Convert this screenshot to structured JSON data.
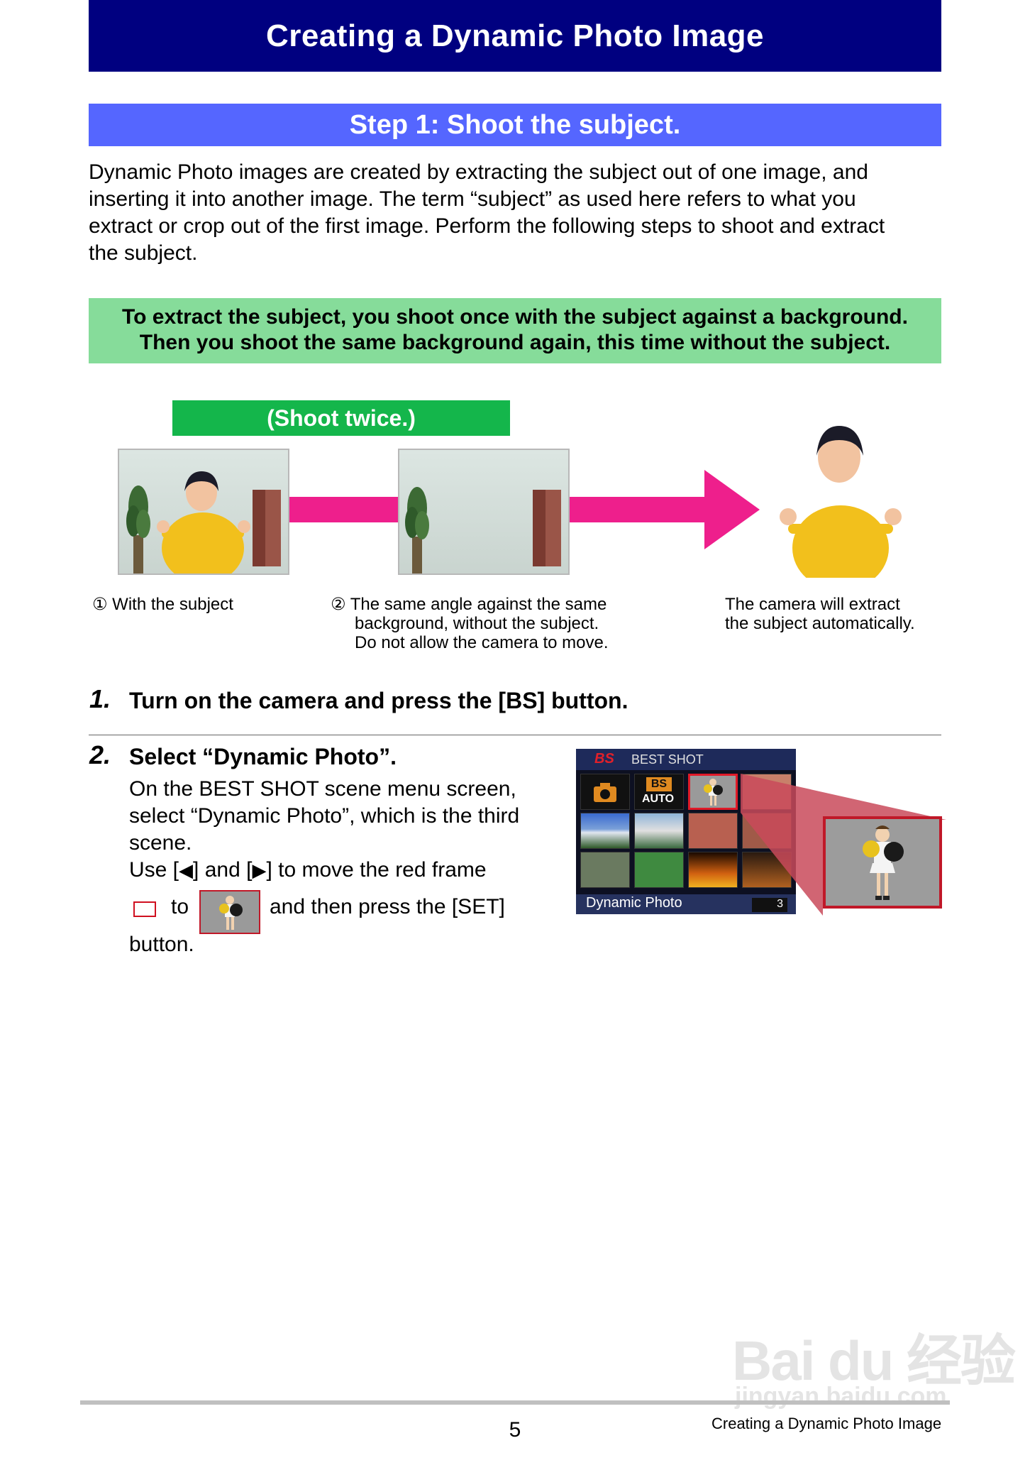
{
  "header": {
    "title": "Creating a Dynamic Photo Image"
  },
  "step1": {
    "title": "Step 1: Shoot the subject.",
    "intro_lines": [
      "Dynamic Photo images are created by extracting the subject out of one image, and",
      "inserting it into another image. The term “subject” as used here refers to what you",
      "extract or crop out of the first image. Perform the following steps to shoot and extract",
      "the subject."
    ],
    "highlight_lines": [
      "To extract the subject, you shoot once with the subject against a background.",
      "Then you shoot the same background again, this time without the subject."
    ]
  },
  "diagram": {
    "shoot_twice": "(Shoot twice.)",
    "caption1": "① With the subject",
    "caption2_lines": [
      "② The same angle against the same",
      "background, without the subject.",
      "Do not allow the camera to move."
    ],
    "caption3_lines": [
      "The camera will extract",
      "the subject automatically."
    ],
    "colors": {
      "arrow": "#ee1f8c",
      "shirt": "#f2c01c",
      "backdrop": "#d8e2dc"
    }
  },
  "steps": [
    {
      "num": "1.",
      "title": "Turn on the camera and press the [BS] button."
    },
    {
      "num": "2.",
      "title": "Select “Dynamic Photo”.",
      "body_lines": [
        "On the BEST SHOT scene menu screen,",
        "select “Dynamic Photo”, which is the third",
        "scene."
      ],
      "use_left": "Use [",
      "use_mid": "] and [",
      "use_right": "] to move the red frame",
      "to_text": "to",
      "then_text": "and then press the [SET]",
      "button_text": "button."
    }
  ],
  "camera_screen": {
    "bs_logo": "BS",
    "menu_title": "BEST SHOT",
    "auto_label": "AUTO",
    "selected_label": "Dynamic Photo",
    "selected_index": "3"
  },
  "footer": {
    "page_number": "5",
    "section_title": "Creating a Dynamic Photo Image"
  },
  "watermark": {
    "brand": "Bai du 经验",
    "url": "jingyan.baidu.com"
  }
}
